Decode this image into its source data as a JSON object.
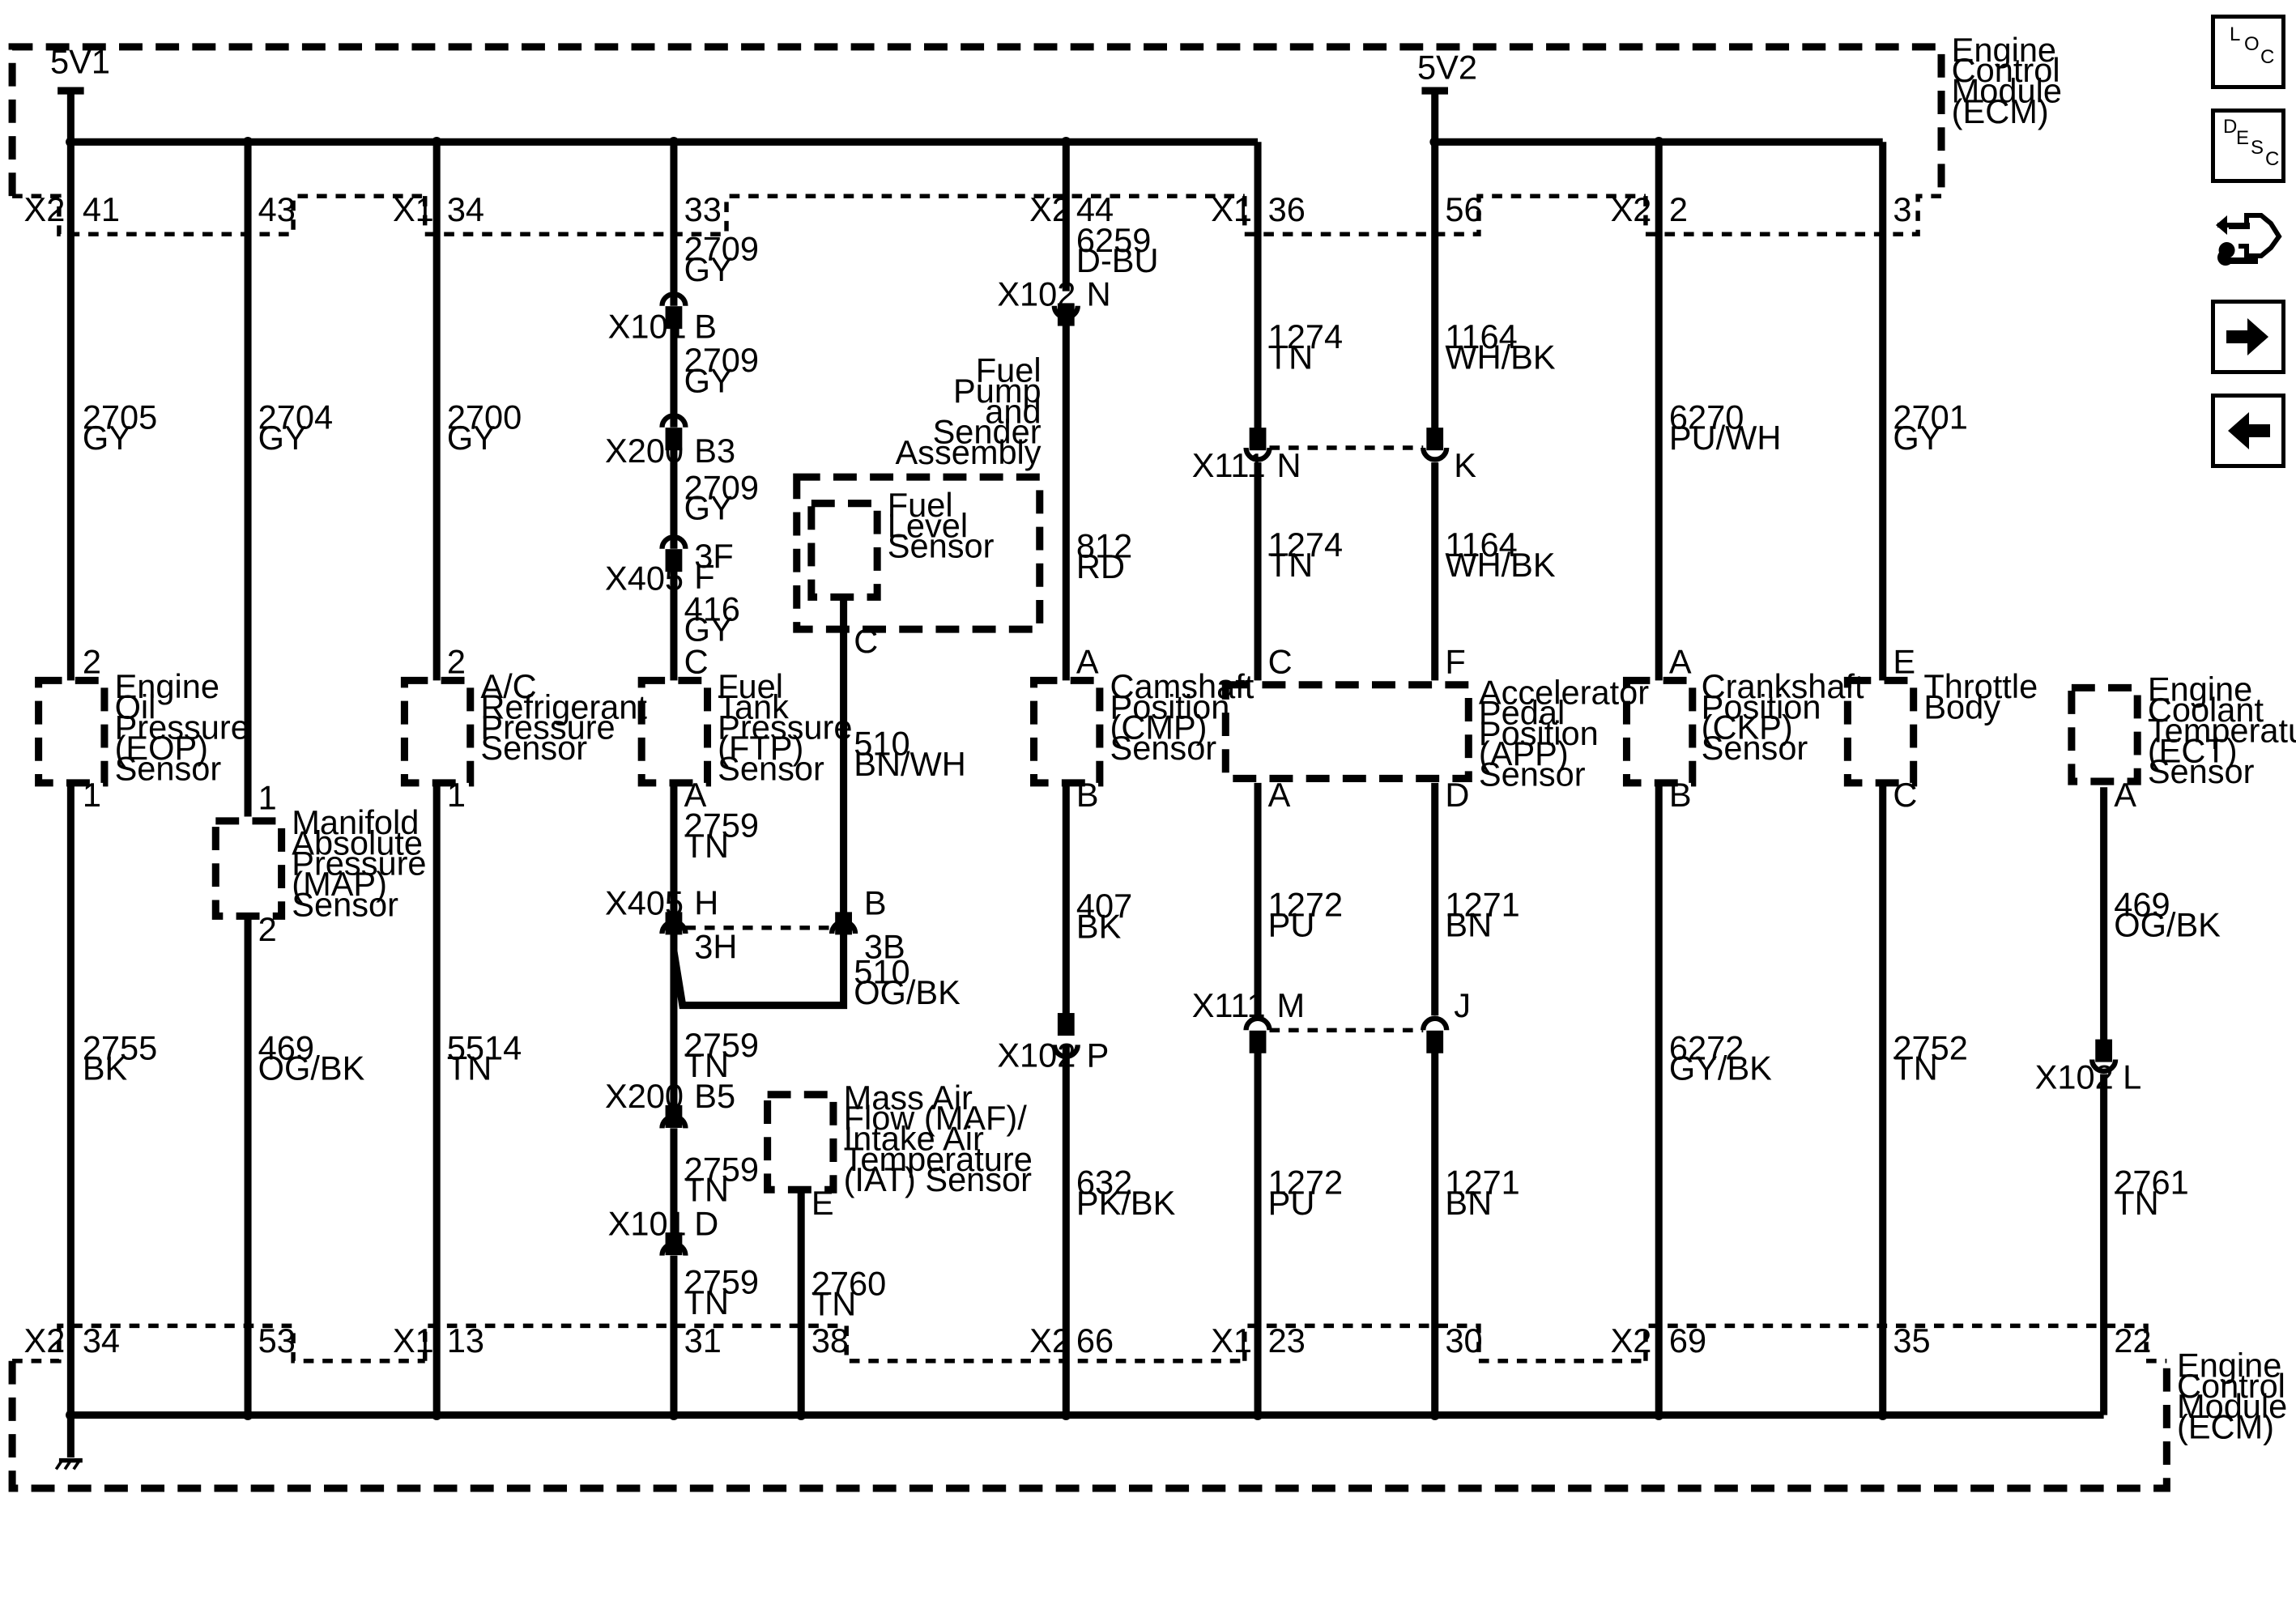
{
  "ecm": {
    "top_label": [
      "Engine",
      "Control",
      "Module",
      "(ECM)"
    ],
    "bottom_label": [
      "Engine",
      "Control",
      "Module",
      "(ECM)"
    ]
  },
  "power": {
    "v1": "5V1",
    "v2": "5V2"
  },
  "connectors": {
    "x2": "X2",
    "x1": "X1",
    "x101": "X101",
    "x102": "X102",
    "x111": "X111",
    "x200": "X200",
    "x405": "X405"
  },
  "top_pins": [
    "41",
    "43",
    "34",
    "33",
    "44",
    "36",
    "56",
    "2",
    "3"
  ],
  "bottom_pins": [
    "34",
    "53",
    "13",
    "31",
    "38",
    "66",
    "23",
    "30",
    "69",
    "35",
    "22"
  ],
  "wires": {
    "w2705": [
      "2705",
      "GY"
    ],
    "w2704": [
      "2704",
      "GY"
    ],
    "w2700": [
      "2700",
      "GY"
    ],
    "w2709a": [
      "2709",
      "GY"
    ],
    "w2709b": [
      "2709",
      "GY"
    ],
    "w2709c": [
      "2709",
      "GY"
    ],
    "w416": [
      "416",
      "GY"
    ],
    "w6259": [
      "6259",
      "D-BU"
    ],
    "w812": [
      "812",
      "RD"
    ],
    "w1274a": [
      "1274",
      "TN"
    ],
    "w1274b": [
      "1274",
      "TN"
    ],
    "w1164a": [
      "1164",
      "WH/BK"
    ],
    "w1164b": [
      "1164",
      "WH/BK"
    ],
    "w6270": [
      "6270",
      "PU/WH"
    ],
    "w2701": [
      "2701",
      "GY"
    ],
    "w2755": [
      "2755",
      "BK"
    ],
    "w469a": [
      "469",
      "OG/BK"
    ],
    "w5514": [
      "5514",
      "TN"
    ],
    "w2759a": [
      "2759",
      "TN"
    ],
    "w2759b": [
      "2759",
      "TN"
    ],
    "w2759c": [
      "2759",
      "TN"
    ],
    "w2759d": [
      "2759",
      "TN"
    ],
    "w510a": [
      "510",
      "BN/WH"
    ],
    "w510b": [
      "510",
      "OG/BK"
    ],
    "w2760": [
      "2760",
      "TN"
    ],
    "w407": [
      "407",
      "BK"
    ],
    "w632": [
      "632",
      "PK/BK"
    ],
    "w1272a": [
      "1272",
      "PU"
    ],
    "w1272b": [
      "1272",
      "PU"
    ],
    "w1271a": [
      "1271",
      "BN"
    ],
    "w1271b": [
      "1271",
      "BN"
    ],
    "w6272": [
      "6272",
      "GY/BK"
    ],
    "w2752": [
      "2752",
      "TN"
    ],
    "w469b": [
      "469",
      "OG/BK"
    ],
    "w2761": [
      "2761",
      "TN"
    ]
  },
  "pins": {
    "eop_top": "2",
    "eop_bot": "1",
    "map_top": "1",
    "map_bot": "2",
    "ac_top": "2",
    "ac_bot": "1",
    "ftp_top": "C",
    "ftp_bot": "A",
    "fls_pin": "C",
    "cmp_top": "A",
    "cmp_bot": "B",
    "app_c": "C",
    "app_f": "F",
    "app_a": "A",
    "app_d": "D",
    "ckp_top": "A",
    "ckp_bot": "B",
    "tb_top": "E",
    "tb_bot": "C",
    "ect_pin": "A",
    "maf_pin": "E",
    "x101_b": "B",
    "x101_d": "D",
    "x200_b3": "B3",
    "x200_b5": "B5",
    "x405_3f": "3F",
    "x405_f": "F",
    "x405_h": "H",
    "x405_3h": "3H",
    "x405_b": "B",
    "x405_3b": "3B",
    "x102_n": "N",
    "x102_p": "P",
    "x102_l": "L",
    "x111_n": "N",
    "x111_k": "K",
    "x111_m": "M",
    "x111_j": "J"
  },
  "components": {
    "eop": [
      "Engine",
      "Oil",
      "Pressure",
      "(EOP)",
      "Sensor"
    ],
    "map": [
      "Manifold",
      "Absolute",
      "Pressure",
      "(MAP)",
      "Sensor"
    ],
    "ac": [
      "A/C",
      "Refrigerant",
      "Pressure",
      "Sensor"
    ],
    "ftp": [
      "Fuel",
      "Tank",
      "Pressure",
      "(FTP)",
      "Sensor"
    ],
    "fpsa": [
      "Fuel",
      "Pump",
      "and",
      "Sender",
      "Assembly"
    ],
    "fls": [
      "Fuel",
      "Level",
      "Sensor"
    ],
    "maf": [
      "Mass Air",
      "Flow (MAF)/",
      "Intake Air",
      "Temperature",
      "(IAT) Sensor"
    ],
    "cmp": [
      "Camshaft",
      "Position",
      "(CMP)",
      "Sensor"
    ],
    "app": [
      "Accelerator",
      "Pedal",
      "Position",
      "(APP)",
      "Sensor"
    ],
    "ckp": [
      "Crankshaft",
      "Position",
      "(CKP)",
      "Sensor"
    ],
    "tb": [
      "Throttle",
      "Body"
    ],
    "ect": [
      "Engine",
      "Coolant",
      "Temperature",
      "(ECT)",
      "Sensor"
    ]
  },
  "sidebar": {
    "loc": [
      "L",
      "O",
      "C"
    ],
    "desc": [
      "D",
      "E",
      "S",
      "C"
    ],
    "icons": [
      "connector-wrench-icon",
      "arrow-right-icon",
      "arrow-left-icon"
    ]
  }
}
